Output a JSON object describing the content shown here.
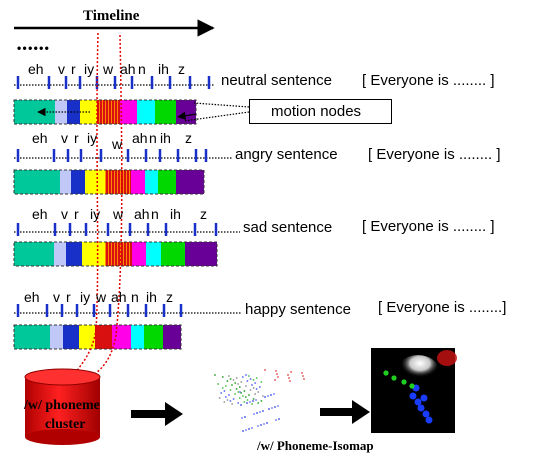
{
  "timeline_label": "Timeline",
  "ellipsis_dots": "• • • • • •",
  "motion_nodes_label": "motion nodes",
  "phoneme_cluster_label": {
    "line1": "/w/ phoneme",
    "line2": "cluster"
  },
  "isomap_label": "/w/ Phoneme-Isomap",
  "colors": {
    "teal": "#00c89a",
    "lavender": "#c0c8f8",
    "blue": "#1830c8",
    "yellow": "#ffff00",
    "red": "#d81010",
    "magenta": "#ff00e8",
    "cyan": "#00ffff",
    "green": "#00d800",
    "purple": "#680098",
    "cylinder": "#ff0000",
    "arrow_red": "#e00000",
    "tick_blue": "#1830c8"
  },
  "rows": [
    {
      "sentence": "neutral sentence",
      "bracket": "[ Everyone is ........ ]",
      "phonemes": [
        "eh",
        "v",
        "r",
        "iy",
        "w",
        "ah",
        "n",
        "ih",
        "z"
      ]
    },
    {
      "sentence": "angry sentence",
      "bracket": "[ Everyone is ........     ]",
      "phonemes": [
        "eh",
        "v",
        "r",
        "iy",
        "w",
        "ah",
        "n",
        "ih",
        "z"
      ]
    },
    {
      "sentence": "sad sentence",
      "bracket": "[ Everyone is  ........    ]",
      "phonemes": [
        "eh",
        "v",
        "r",
        "iy",
        "w",
        "ah",
        "n",
        "ih",
        "z"
      ]
    },
    {
      "sentence": "happy sentence",
      "bracket": "[ Everyone is  ........]",
      "phonemes": [
        "eh",
        "v",
        "r",
        "iy",
        "w",
        "ah",
        "n",
        "ih",
        "z"
      ]
    }
  ]
}
